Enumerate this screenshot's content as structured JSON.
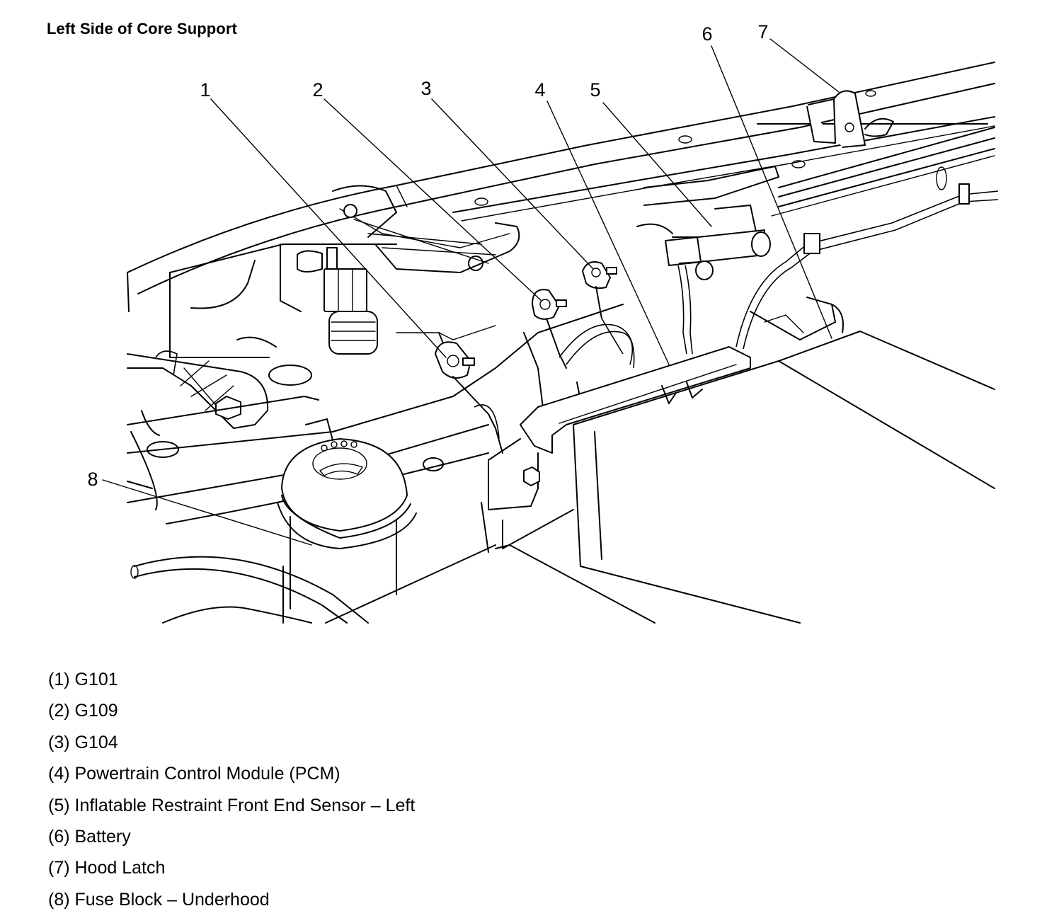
{
  "title": "Left Side of Core Support",
  "callouts": [
    {
      "number": "1",
      "label": "G101"
    },
    {
      "number": "2",
      "label": "G109"
    },
    {
      "number": "3",
      "label": "G104"
    },
    {
      "number": "4",
      "label": "Powertrain Control Module (PCM)"
    },
    {
      "number": "5",
      "label": "Inflatable Restraint Front End Sensor – Left"
    },
    {
      "number": "6",
      "label": "Battery"
    },
    {
      "number": "7",
      "label": "Hood Latch"
    },
    {
      "number": "8",
      "label": "Fuse Block – Underhood"
    }
  ],
  "legend": [
    "(1) G101",
    "(2) G109",
    "(3) G104",
    "(4) Powertrain Control Module (PCM)",
    "(5) Inflatable Restraint Front End Sensor – Left",
    "(6) Battery",
    "(7) Hood Latch",
    "(8) Fuse Block – Underhood"
  ]
}
